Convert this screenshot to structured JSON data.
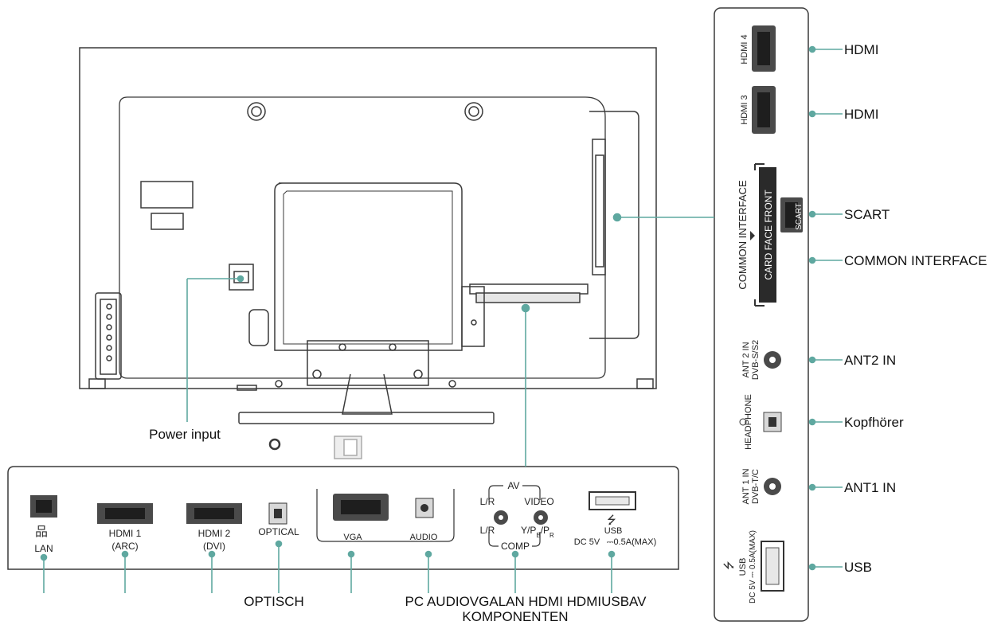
{
  "callouts": {
    "power_input": "Power input",
    "optisch": "OPTISCH",
    "bottom_run": "PC AUDIOVGALAN HDMI HDMIUSBAV",
    "komponenten": "KOMPONENTEN",
    "hdmi_top": "HDMI",
    "hdmi_second": "HDMI",
    "scart": "SCART",
    "common_interface": "COMMON INTERFACE",
    "ant2_in": "ANT2 IN",
    "kopfhoerer": "Kopfhörer",
    "ant1_in": "ANT1 IN",
    "usb": "USB"
  },
  "bottom_panel": {
    "lan": "LAN",
    "hdmi1_line1": "HDMI 1",
    "hdmi1_line2": "(ARC)",
    "hdmi2_line1": "HDMI 2",
    "hdmi2_line2": "(DVI)",
    "optical": "OPTICAL",
    "vga": "VGA",
    "audio": "AUDIO",
    "av": "AV",
    "lr_top": "L/R",
    "video": "VIDEO",
    "lr_bottom": "L/R",
    "ypbpr": "Y/P",
    "ypbpr_b": "B",
    "ypbpr_slash": "/P",
    "ypbpr_r": "R",
    "comp": "COMP",
    "usb": "USB",
    "dc5v": "DC 5V",
    "usb_rating": "⎓0.5A(MAX)"
  },
  "side_panel": {
    "hdmi4": "HDMI 4",
    "hdmi3": "HDMI 3",
    "common_interface": "COMMON INTERFACE",
    "card_face_front": "CARD FACE FRONT",
    "scart": "SCART",
    "ant2_line1": "ANT 2 IN",
    "ant2_line2": "DVB-S/S2",
    "headphone": "HEADPHONE",
    "ant1_line1": "ANT 1 IN",
    "ant1_line2": "DVB-T/C",
    "usb_line1": "USB",
    "usb_line2": "DC 5V ⎓ 0.5A(MAX)"
  },
  "colors": {
    "leader": "#5fa8a0",
    "outline": "#3a3a3a",
    "port_fill": "#4a4a4a",
    "panel_gray": "#e0e0e0"
  }
}
